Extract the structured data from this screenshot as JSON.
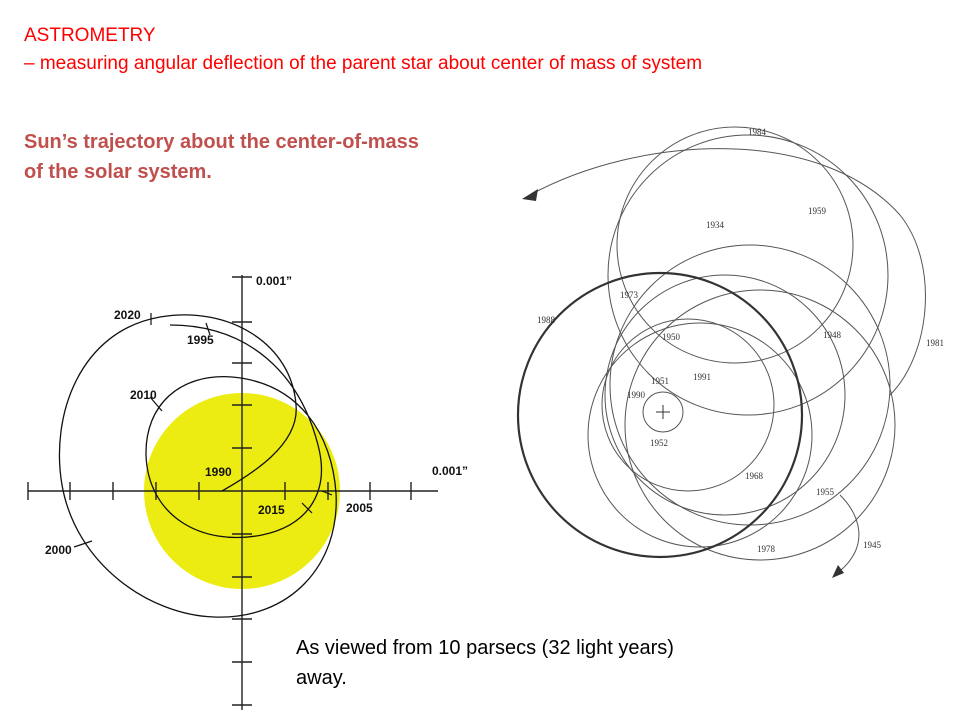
{
  "heading": {
    "line1": "ASTROMETRY",
    "line2": "– measuring angular deflection of the parent star about center of mass of system"
  },
  "left_diagram": {
    "title": "Sun’s trajectory about the center-of-mass of the solar system.",
    "y_axis_label": "0.001”",
    "x_axis_label": "0.001”",
    "year_labels": [
      "2020",
      "1995",
      "2010",
      "1990",
      "2015",
      "2005",
      "2000"
    ],
    "sun_color": "#ecec12",
    "caption": "As viewed from 10 parsecs (32 light years) away."
  },
  "right_diagram": {
    "year_labels": [
      "1984",
      "1959",
      "1934",
      "1981",
      "1973",
      "1988",
      "1950",
      "1948",
      "1991",
      "1951",
      "1990",
      "1952",
      "1968",
      "1955",
      "1978",
      "1945"
    ]
  }
}
